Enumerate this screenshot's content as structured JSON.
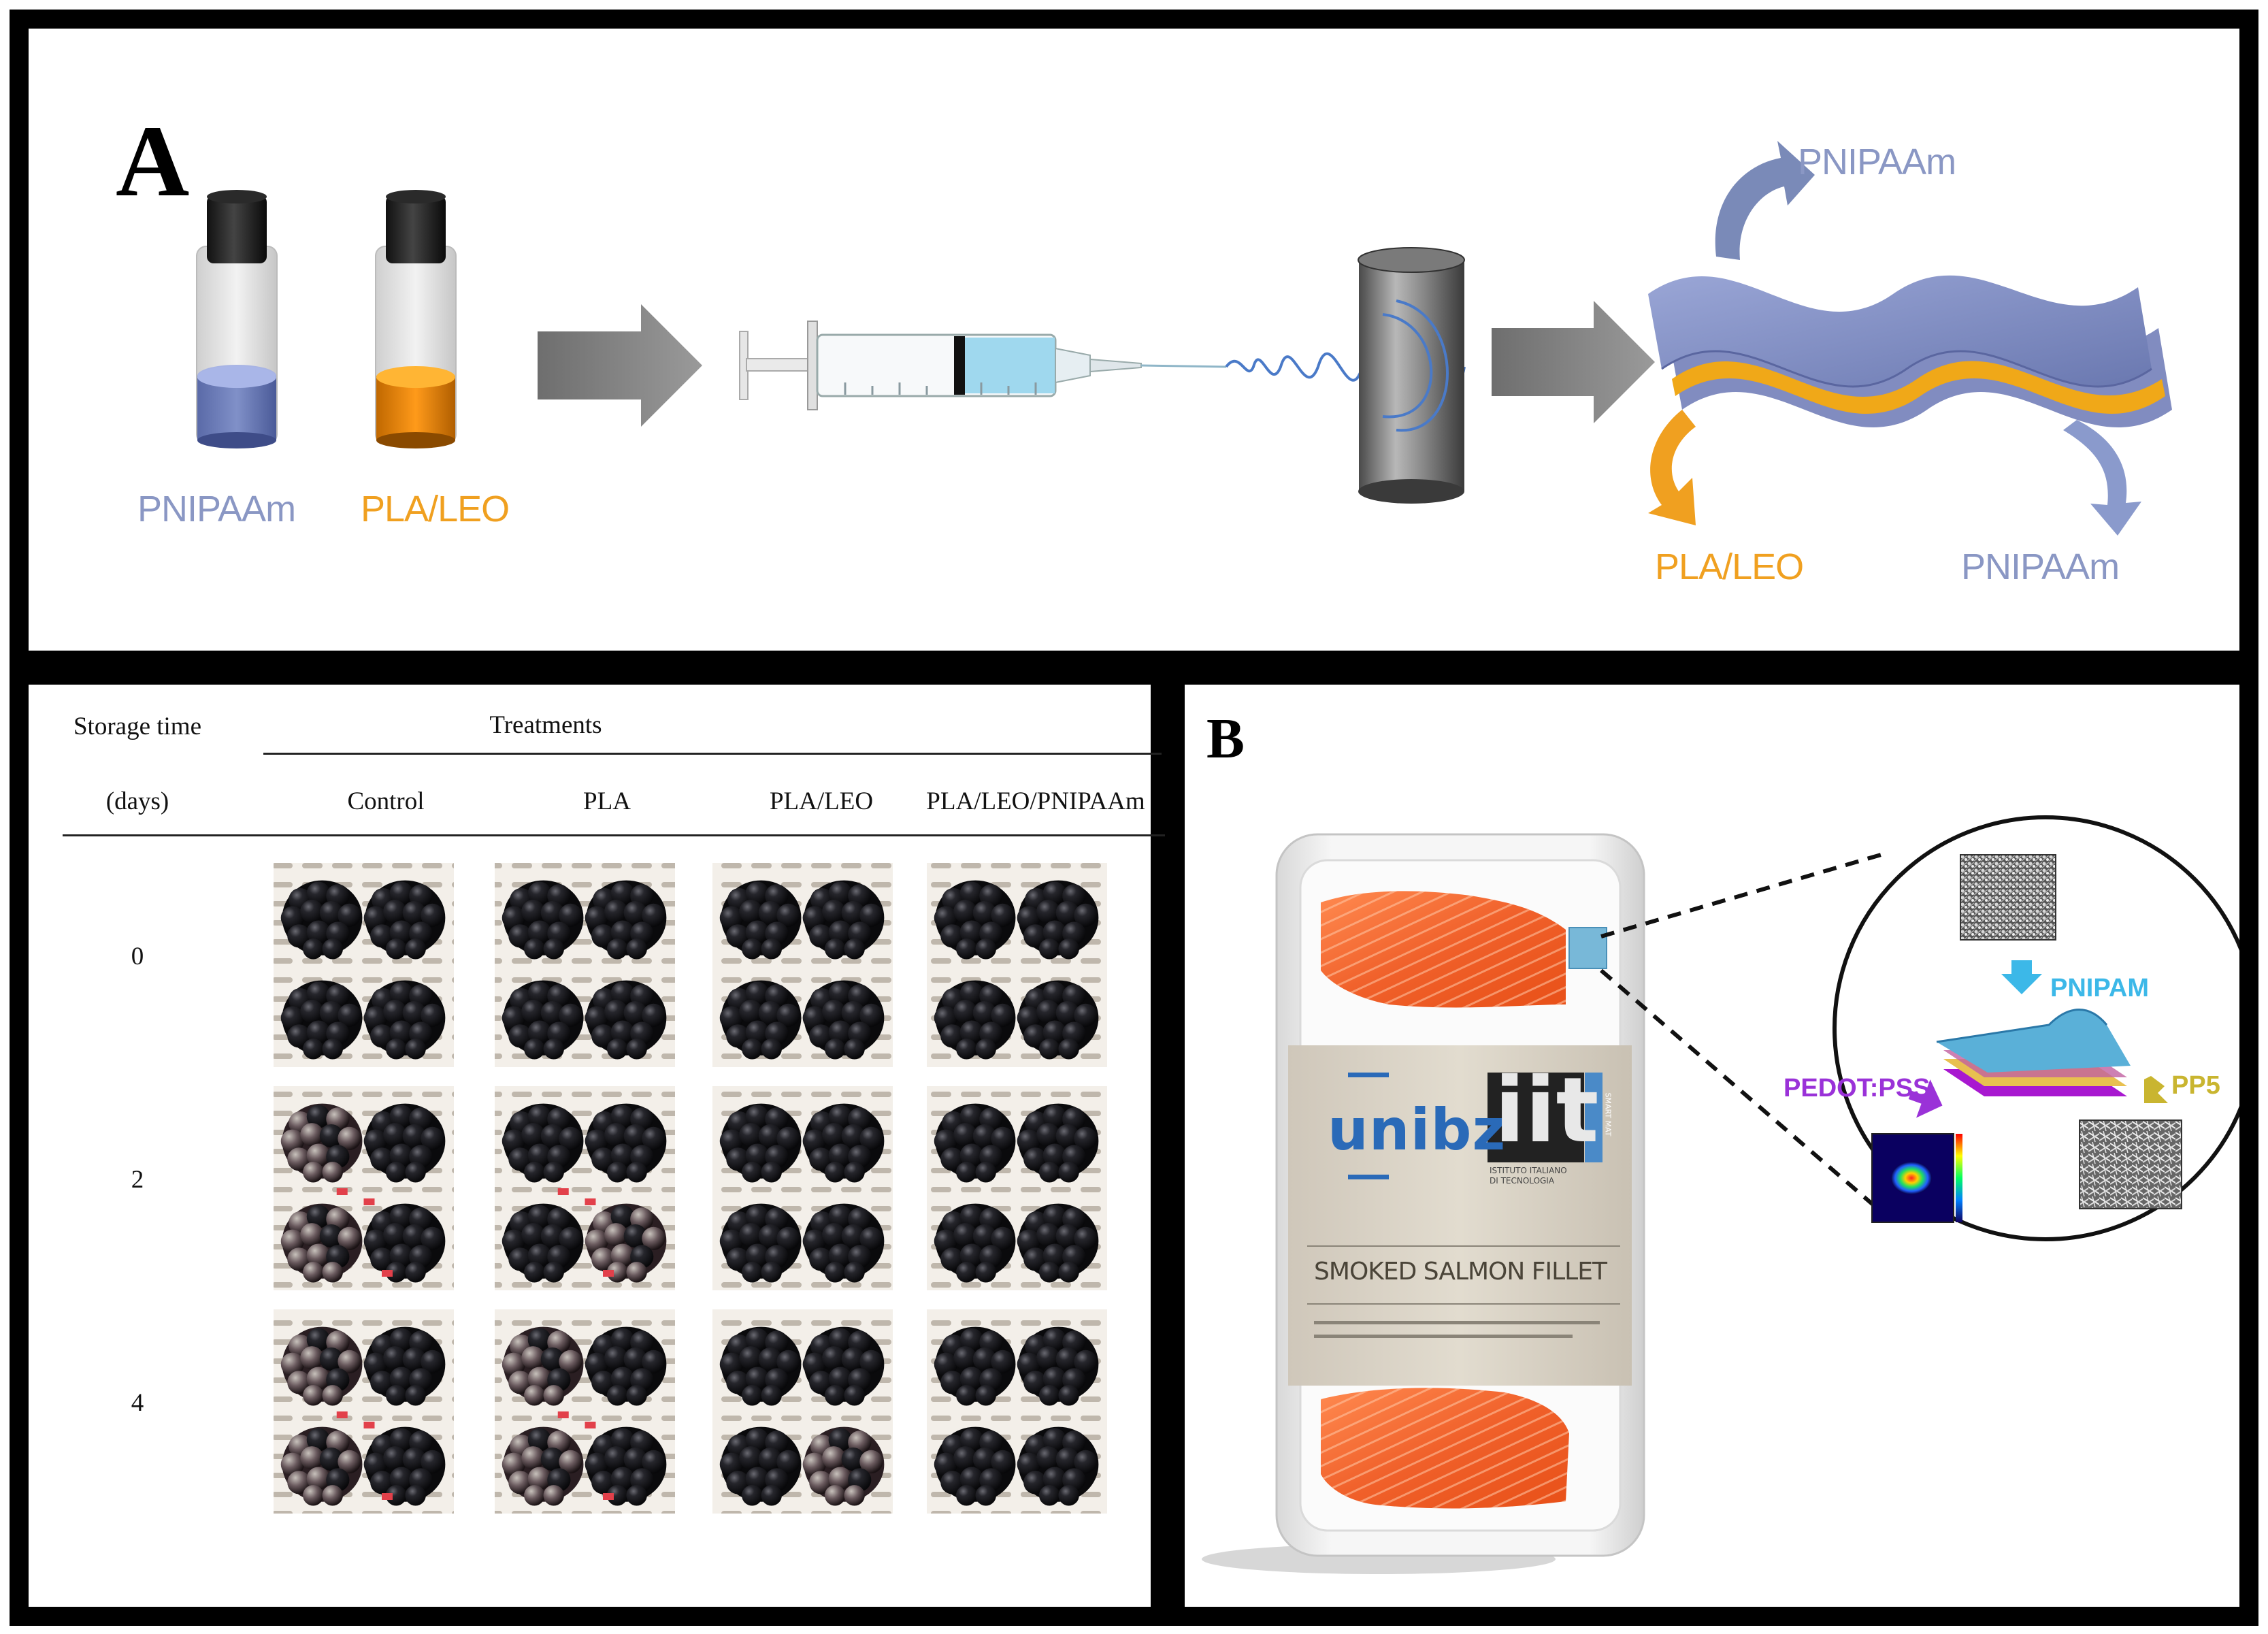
{
  "panel_a": {
    "letter": "A",
    "vial_labels": [
      "PNIPAAm",
      "PLA/LEO"
    ],
    "membrane_labels": {
      "top": "PNIPAAm",
      "bottom_left": "PLA/LEO",
      "bottom_right": "PNIPAAm"
    }
  },
  "table": {
    "header_storage_line1": "Storage time",
    "header_storage_line2": "(days)",
    "header_treatments": "Treatments",
    "columns": [
      "Control",
      "PLA",
      "PLA/LEO",
      "PLA/LEO/PNIPAAm"
    ],
    "rows": [
      "0",
      "2",
      "4"
    ]
  },
  "panel_b": {
    "letter": "B",
    "logo_unibz": "unibz",
    "logo_iit": "iit",
    "iit_side_text": "SMART MAT",
    "iit_sub_line1": "ISTITUTO ITALIANO",
    "iit_sub_line2": "DI TECNOLOGIA",
    "product_label": "SMOKED SALMON FILLET",
    "layer_labels": {
      "top": "PNIPAM",
      "middle": "PEDOT:PSS",
      "bottom": "PP5"
    }
  },
  "colors": {
    "pnipaam_blue": "#8a97c4",
    "pla_leo_orange": "#f0a020",
    "pnipam_cyan": "#3cb8e8",
    "pedot_purple": "#9a32d8",
    "pp5_olive": "#c9b530"
  }
}
